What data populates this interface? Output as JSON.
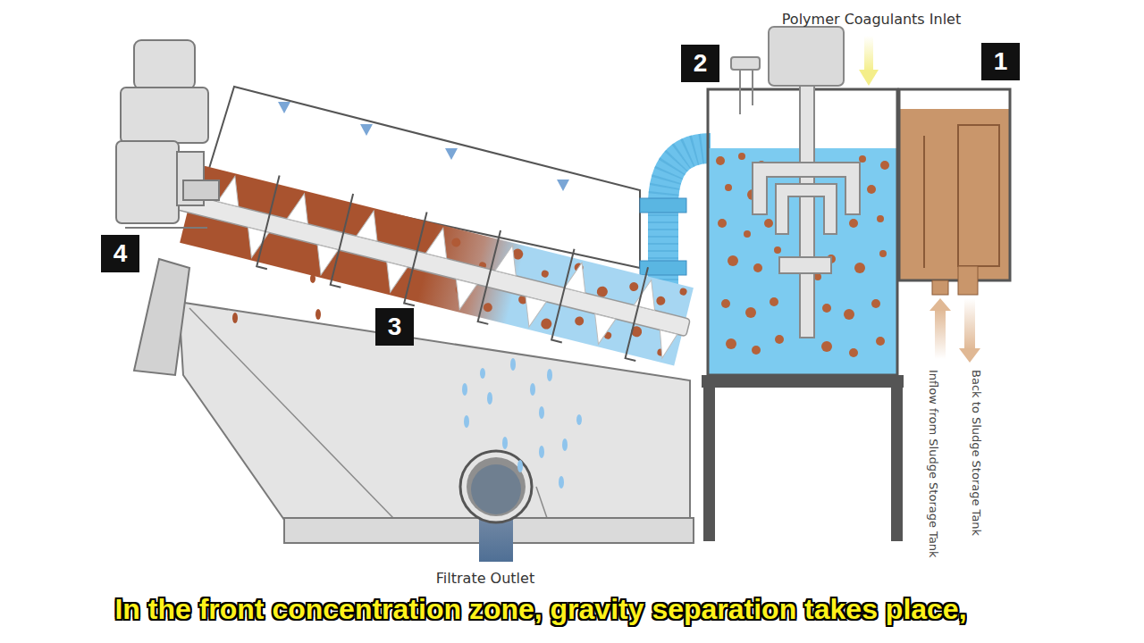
{
  "diagram": {
    "caption": "In the front concentration zone, gravity separation takes place,",
    "labels": [
      "Polymer Coagulants Inlet",
      "2",
      "1",
      "4",
      "3",
      "Back to Sludge Storage Tank",
      "Inflow from Sludge Storage Tank",
      "Filtrate Outlet"
    ]
  }
}
